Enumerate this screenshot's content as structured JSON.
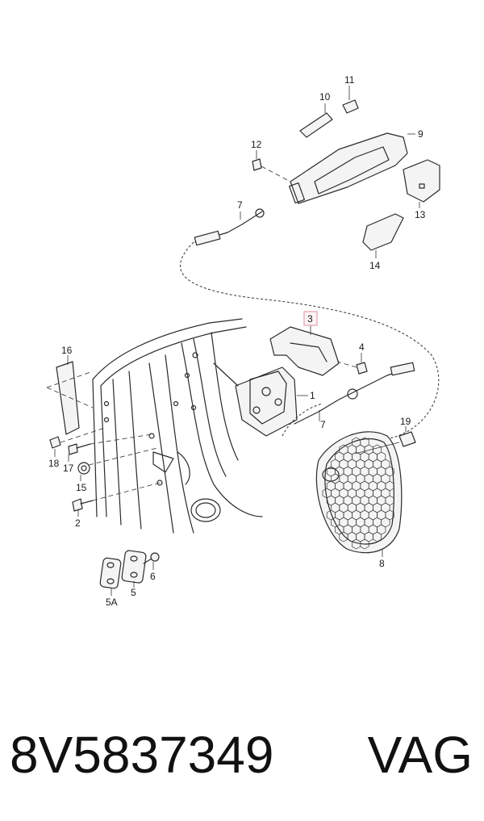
{
  "diagram": {
    "callouts": [
      {
        "id": "c1",
        "label": "1"
      },
      {
        "id": "c2",
        "label": "2"
      },
      {
        "id": "c3",
        "label": "3",
        "highlighted": true
      },
      {
        "id": "c4",
        "label": "4"
      },
      {
        "id": "c5",
        "label": "5"
      },
      {
        "id": "c5a",
        "label": "5A"
      },
      {
        "id": "c6",
        "label": "6"
      },
      {
        "id": "c7a",
        "label": "7"
      },
      {
        "id": "c7b",
        "label": "7"
      },
      {
        "id": "c8",
        "label": "8"
      },
      {
        "id": "c9",
        "label": "9"
      },
      {
        "id": "c10",
        "label": "10"
      },
      {
        "id": "c11",
        "label": "11"
      },
      {
        "id": "c12",
        "label": "12"
      },
      {
        "id": "c13",
        "label": "13"
      },
      {
        "id": "c14",
        "label": "14"
      },
      {
        "id": "c15",
        "label": "15"
      },
      {
        "id": "c16",
        "label": "16"
      },
      {
        "id": "c17",
        "label": "17"
      },
      {
        "id": "c18",
        "label": "18"
      },
      {
        "id": "c19",
        "label": "19"
      }
    ],
    "highlight_color": "#e0a0a8"
  },
  "footer": {
    "part_number": "8V5837349",
    "brand": "VAG"
  }
}
